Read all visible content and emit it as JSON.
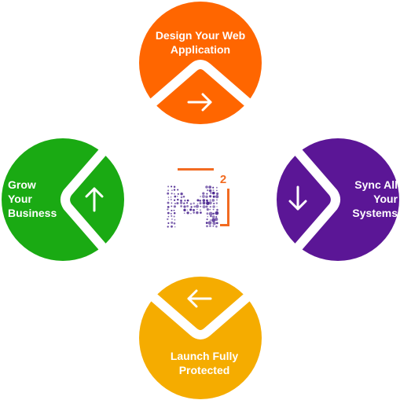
{
  "colors": {
    "top": "#ff6600",
    "right": "#5b1696",
    "bottom": "#f5ac00",
    "left": "#1aaa13",
    "logo_orange": "#f26b21",
    "logo_purple": "#4b2690"
  },
  "steps": {
    "design": {
      "line1": "Design Your Web",
      "line2": "Application",
      "arrow_icon": "arrow-right-icon"
    },
    "sync": {
      "line1": "Sync All",
      "line2": "Your",
      "line3": "Systems",
      "arrow_icon": "arrow-down-icon"
    },
    "launch": {
      "line1": "Launch Fully",
      "line2": "Protected",
      "arrow_icon": "arrow-left-icon"
    },
    "grow": {
      "line1": "Grow",
      "line2": "Your",
      "line3": "Business",
      "arrow_icon": "arrow-up-icon"
    }
  },
  "logo": {
    "superscript": "2",
    "icon": "m-squared-logo-icon"
  }
}
